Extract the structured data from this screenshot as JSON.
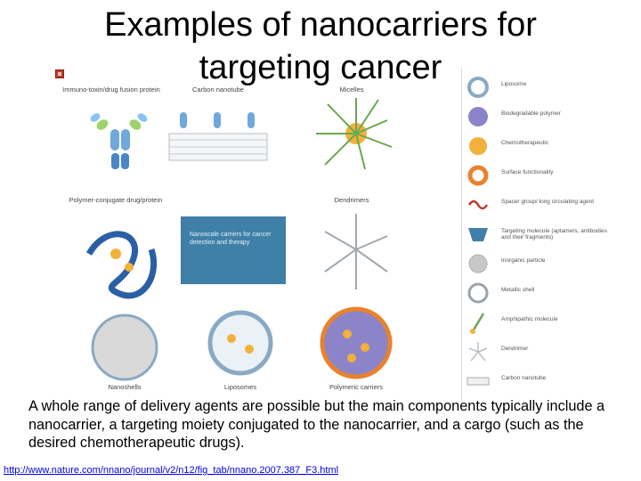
{
  "slide": {
    "title": "Examples of nanocarriers for targeting cancer",
    "body": "A whole range of delivery agents are possible but the main components typically include a nanocarrier, a targeting moiety conjugated to the nanocarrier, and a cargo (such as the desired chemotherapeutic drugs).",
    "link": "http://www.nature.com/nnano/journal/v2/n12/fig_tab/nnano.2007.387_F3.html"
  },
  "figure": {
    "panels": {
      "immunotoxin": "Immuno-toxin/drug fusion protein",
      "nanotube": "Carbon nanotube",
      "micelles": "Micelles",
      "polymer_conjugate": "Polymer-conjugate drug/protein",
      "dendrimers": "Dendrimers",
      "nanoshells": "Nanoshells",
      "liposomes": "Liposomes",
      "polymeric": "Polymeric carriers"
    },
    "center_box": "Nanoscale carriers for cancer detection and therapy"
  },
  "legend": {
    "items": [
      {
        "label": "Liposome",
        "icon": "liposome-icon"
      },
      {
        "label": "Biodegradable polymer",
        "icon": "polymer-sphere-icon"
      },
      {
        "label": "Chemotherapeutic",
        "icon": "drug-sphere-icon"
      },
      {
        "label": "Surface functionality",
        "icon": "ring-icon"
      },
      {
        "label": "Spacer group/ long circulating agent",
        "icon": "spacer-icon"
      },
      {
        "label": "Targeting molecule (aptamers, antibodies and their fragments)",
        "icon": "targeting-icon"
      },
      {
        "label": "Inorganic particle",
        "icon": "inorganic-particle-icon"
      },
      {
        "label": "Metallic shell",
        "icon": "metallic-shell-icon"
      },
      {
        "label": "Amphipathic molecule",
        "icon": "amphipathic-icon"
      },
      {
        "label": "Dendrimer",
        "icon": "dendrimer-icon"
      },
      {
        "label": "Carbon nanotube",
        "icon": "nanotube-icon"
      }
    ]
  },
  "colors": {
    "bullet": "#c0392b",
    "center_box": "#3f7fa8",
    "link": "#0000ee",
    "liposome": "#8aa9c4",
    "polymer": "#8c84c9",
    "drug": "#f2b13a",
    "surface": "#e8822c",
    "dendrimer": "#b8c0c8"
  }
}
